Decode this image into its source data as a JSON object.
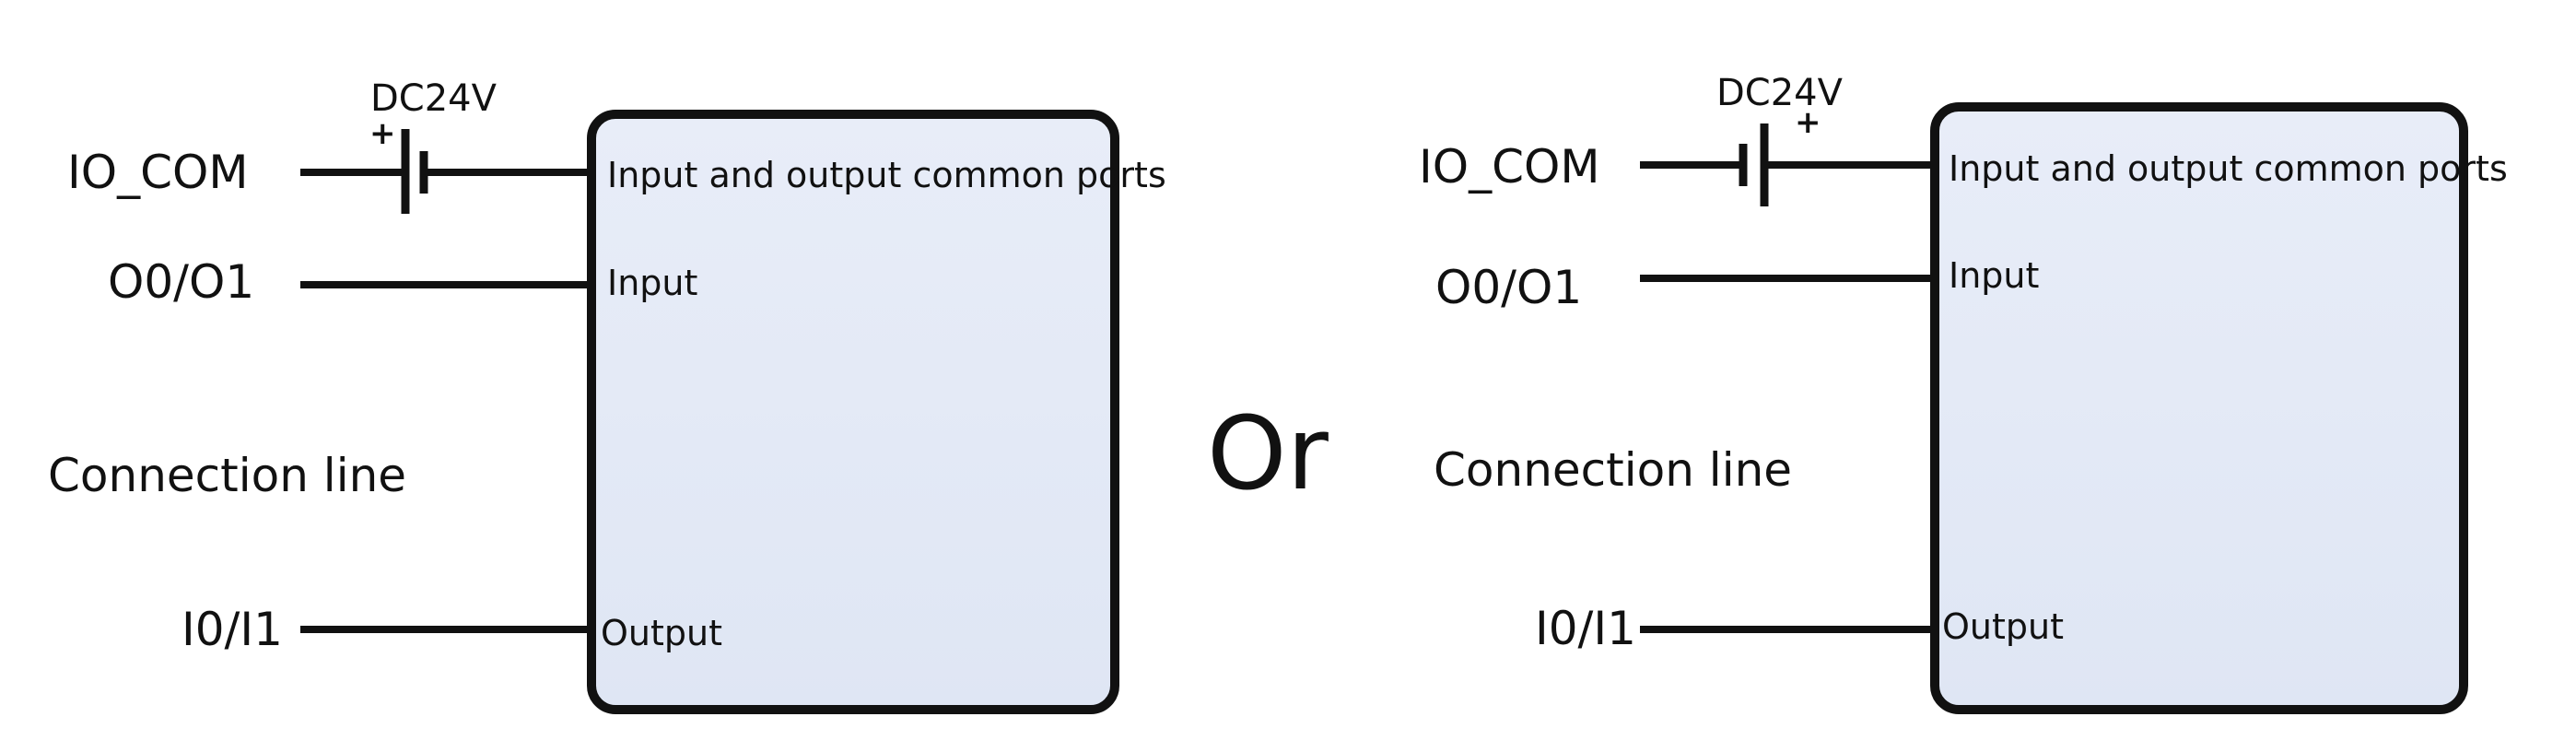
{
  "labels": {
    "io_com": "IO_COM",
    "o_pins": "O0/O1",
    "connection": "Connection line",
    "i_pins": "I0/I1",
    "dc": "DC24V",
    "plus": "+",
    "port_common": "Input and output common ports",
    "port_input": "Input",
    "port_output": "Output",
    "separator": "Or"
  },
  "colors": {
    "line": "#111111",
    "box_fill": "#e4eaf6",
    "background": "#ffffff"
  }
}
